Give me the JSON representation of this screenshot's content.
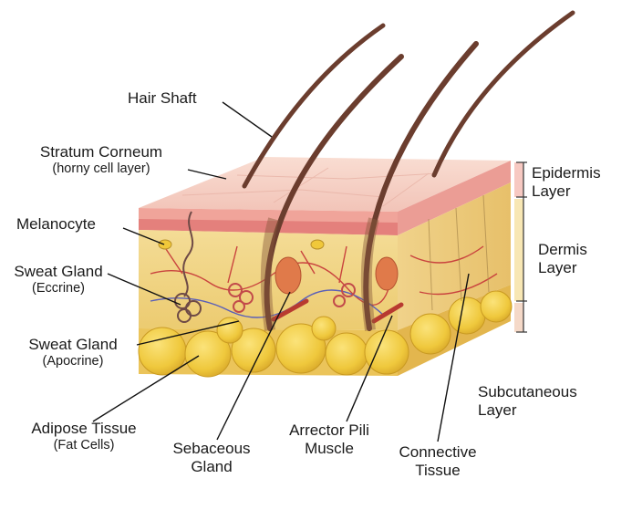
{
  "labels": {
    "hair_shaft": "Hair Shaft",
    "stratum_corneum": "Stratum Corneum",
    "stratum_corneum_sub": "(horny cell layer)",
    "melanocyte": "Melanocyte",
    "sweat_gland_eccrine": "Sweat Gland",
    "sweat_gland_eccrine_sub": "(Eccrine)",
    "sweat_gland_apocrine": "Sweat Gland",
    "sweat_gland_apocrine_sub": "(Apocrine)",
    "adipose_tissue": "Adipose Tissue",
    "adipose_tissue_sub": "(Fat Cells)",
    "sebaceous_line1": "Sebaceous",
    "sebaceous_line2": "Gland",
    "arrector_line1": "Arrector Pili",
    "arrector_line2": "Muscle",
    "connective_line1": "Connective",
    "connective_line2": "Tissue",
    "epidermis_line1": "Epidermis",
    "epidermis_line2": "Layer",
    "dermis_line1": "Dermis",
    "dermis_line2": "Layer",
    "subcutaneous_line1": "Subcutaneous",
    "subcutaneous_line2": "Layer"
  },
  "colors": {
    "epidermis_top": "#f6d3c8",
    "epidermis_band": "#e98a86",
    "dermis": "#f2d98e",
    "fat": "#f0cc3c",
    "hair": "#6b3d2e",
    "bracket_epidermis": "#f7c9c2",
    "bracket_dermis": "#f8e7b4",
    "bracket_subcutaneous": "#f5d9c8"
  }
}
